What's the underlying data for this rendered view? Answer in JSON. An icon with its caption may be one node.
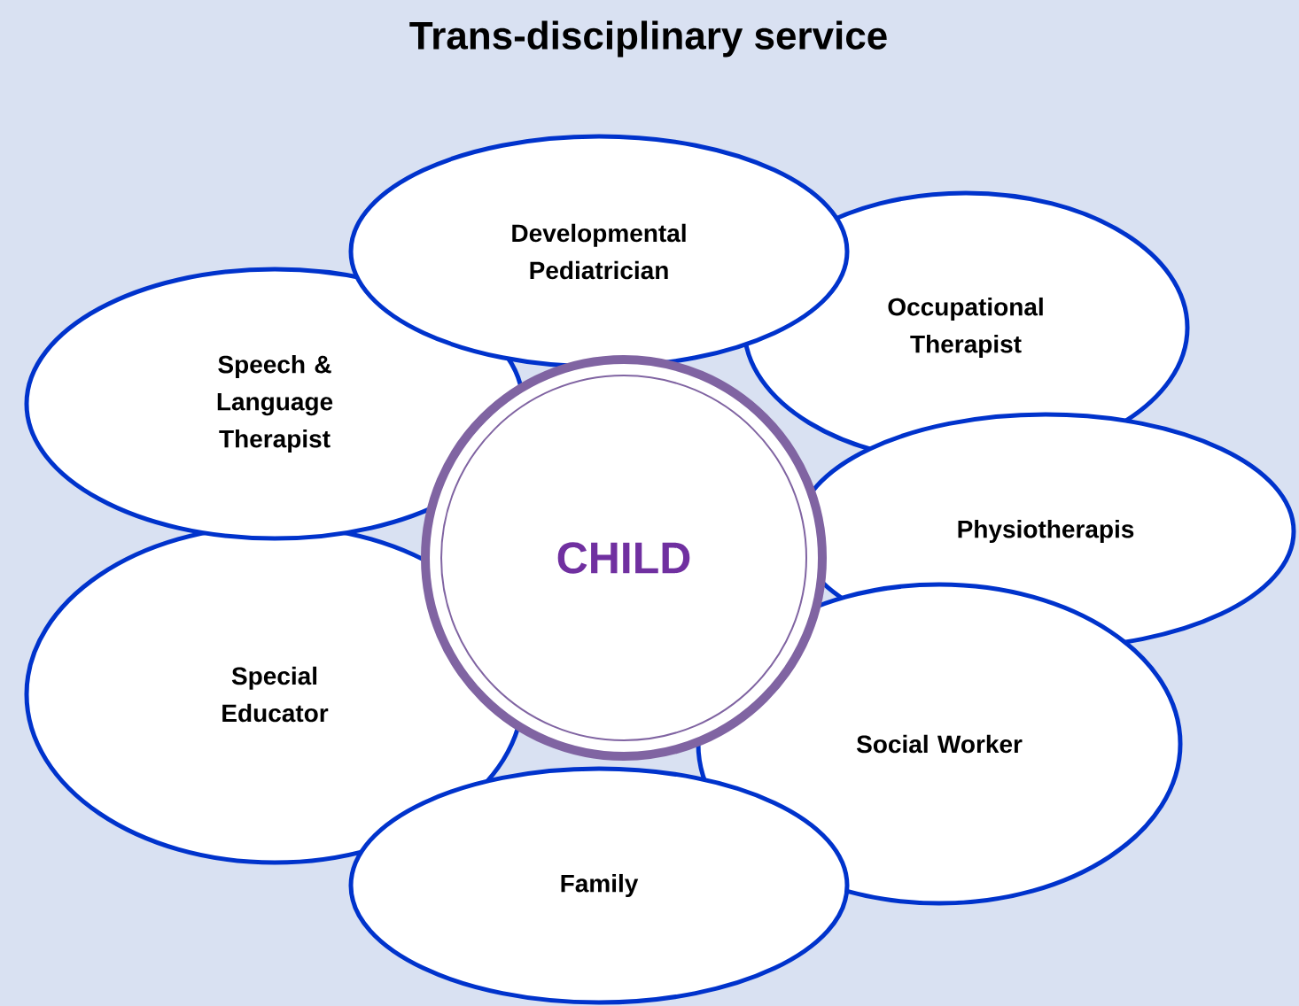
{
  "diagram": {
    "title": "Trans-disciplinary service",
    "nodes": [
      {
        "text": [
          "Developmental Pediatrician"
        ]
      },
      {
        "text": [
          "Occupational Therapist"
        ]
      },
      {
        "text": [
          "Speech & Language Therapist"
        ]
      },
      {
        "text": [
          "Physiotherapis"
        ]
      },
      {
        "text": [
          "CHILD"
        ]
      },
      {
        "text": [
          "Special Educator"
        ]
      },
      {
        "text": [
          "Social Worker"
        ]
      },
      {
        "text": [
          "Family"
        ]
      }
    ]
  }
}
